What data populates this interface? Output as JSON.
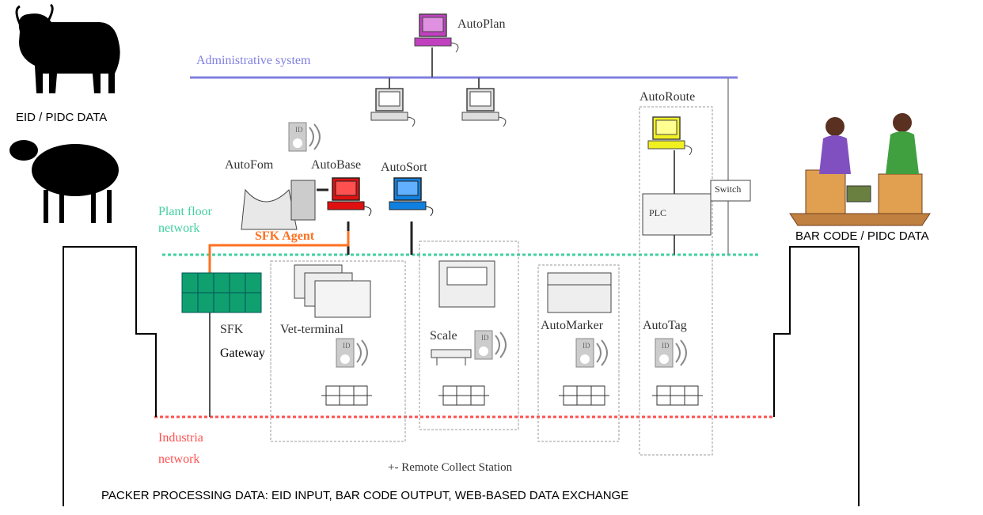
{
  "labels": {
    "autoplan": "AutoPlan",
    "admin_system": "Administrative system",
    "autoroute": "AutoRoute",
    "eid_pidc": "EID / PIDC DATA",
    "autofom": "AutoFom",
    "autobase": "AutoBase",
    "autosort": "AutoSort",
    "switch": "Switch",
    "plc": "PLC",
    "plant_floor_1": "Plant floor",
    "plant_floor_2": "network",
    "sfk_agent": "SFK Agent",
    "barcode_pidc": "BAR CODE / PIDC DATA",
    "sfk": "SFK",
    "gateway": "Gateway",
    "vet_terminal": "Vet-terminal",
    "scale": "Scale",
    "automarker": "AutoMarker",
    "autotag": "AutoTag",
    "industrial_1": "Industria",
    "industrial_2": "network",
    "remote_collect": "+- Remote Collect Station",
    "footer": "PACKER PROCESSING DATA: EID INPUT, BAR CODE OUTPUT, WEB-BASED DATA EXCHANGE"
  },
  "colors": {
    "admin_network": "#8080e0",
    "plant_network": "#40d0a0",
    "industrial_network": "#ff5050",
    "sfk_agent_line": "#ff7020",
    "autoplan_pc": "#c040c0",
    "autobase_pc": "#e01010",
    "autosort_pc": "#1080e0",
    "autoroute_pc": "#f0f020",
    "gateway": "#10a070"
  },
  "icons": [
    "bull-icon",
    "sheep-icon",
    "workers-icon",
    "computer-icon",
    "eid-reader-icon",
    "printer-icon",
    "terminal-icon",
    "scale-icon",
    "plc-icon"
  ]
}
